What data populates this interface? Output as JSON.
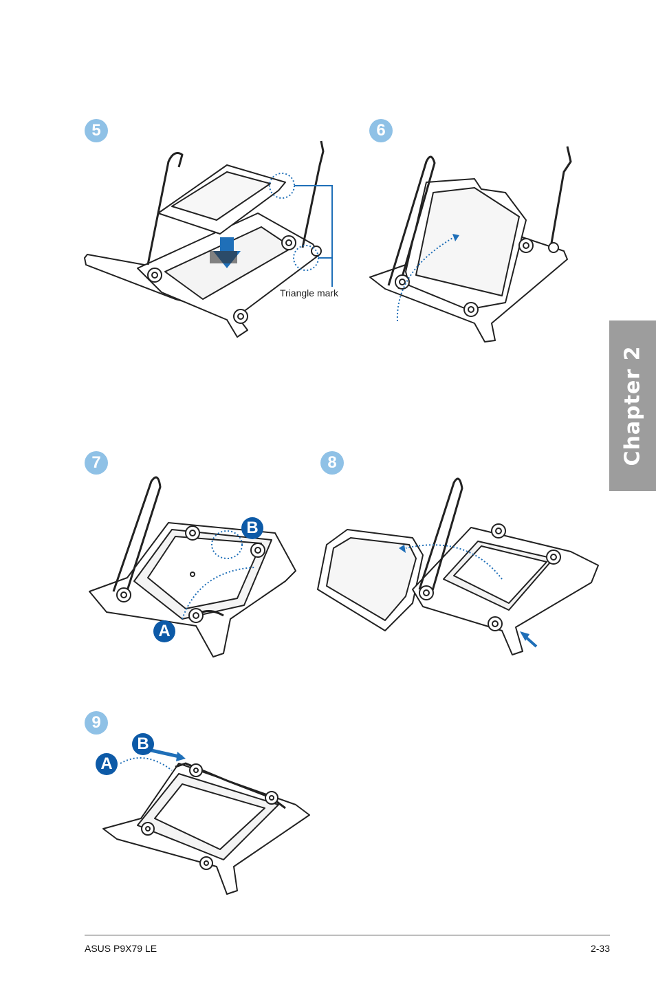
{
  "steps": {
    "s5": "5",
    "s6": "6",
    "s7": "7",
    "s8": "8",
    "s9": "9"
  },
  "labels": {
    "triangle_mark": "Triangle mark",
    "a": "A",
    "b": "B"
  },
  "chapter_tab": "Chapter 2",
  "footer": {
    "left": "ASUS P9X79 LE",
    "right": "2-33"
  },
  "colors": {
    "step_badge": "#8fc1e6",
    "letter_badge": "#0d5aa7",
    "arrow": "#1f6fb8",
    "chapter_tab": "#9d9d9d"
  }
}
